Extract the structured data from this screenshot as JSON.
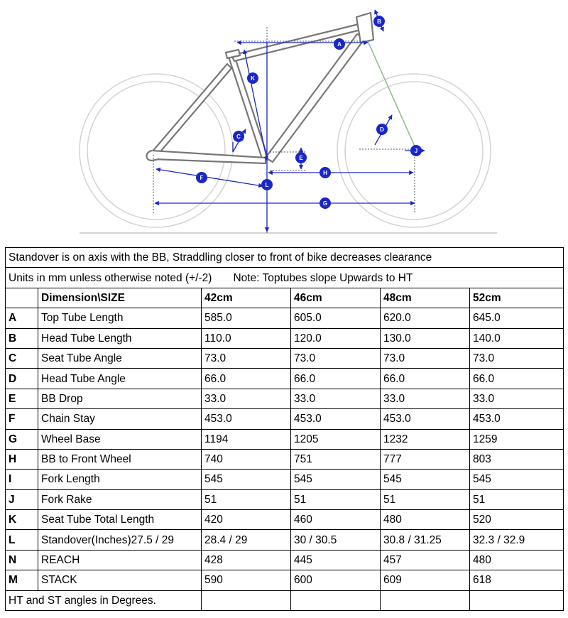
{
  "diagram": {
    "labels": [
      "A",
      "B",
      "C",
      "D",
      "E",
      "F",
      "G",
      "H",
      "J",
      "K",
      "L"
    ]
  },
  "table": {
    "note_line_1": "Standover is on axis with the BB, Straddling closer to front of bike decreases clearance",
    "note_line_2a": "Units in mm unless otherwise noted (+/-2)",
    "note_line_2b": "Note: Toptubes slope Upwards to HT",
    "header": {
      "dimension": "Dimension\\SIZE",
      "sizes": [
        "42cm",
        "46cm",
        "48cm",
        "52cm"
      ]
    },
    "rows": [
      {
        "key": "A",
        "name": "Top Tube Length",
        "values": [
          "585.0",
          "605.0",
          "620.0",
          "645.0"
        ]
      },
      {
        "key": "B",
        "name": "Head Tube Length",
        "values": [
          "110.0",
          "120.0",
          "130.0",
          "140.0"
        ]
      },
      {
        "key": "C",
        "name": "Seat Tube Angle",
        "values": [
          "73.0",
          "73.0",
          "73.0",
          "73.0"
        ]
      },
      {
        "key": "D",
        "name": "Head Tube Angle",
        "values": [
          "66.0",
          "66.0",
          "66.0",
          "66.0"
        ]
      },
      {
        "key": "E",
        "name": "BB Drop",
        "values": [
          "33.0",
          "33.0",
          "33.0",
          "33.0"
        ]
      },
      {
        "key": "F",
        "name": "Chain Stay",
        "values": [
          "453.0",
          "453.0",
          "453.0",
          "453.0"
        ]
      },
      {
        "key": "G",
        "name": "Wheel Base",
        "values": [
          "1194",
          "1205",
          "1232",
          "1259"
        ]
      },
      {
        "key": "H",
        "name": "BB to Front Wheel",
        "values": [
          "740",
          "751",
          "777",
          "803"
        ]
      },
      {
        "key": "I",
        "name": "Fork Length",
        "values": [
          "545",
          "545",
          "545",
          "545"
        ]
      },
      {
        "key": "J",
        "name": "Fork Rake",
        "values": [
          "51",
          "51",
          "51",
          "51"
        ]
      },
      {
        "key": "K",
        "name": "Seat Tube Total Length",
        "values": [
          "420",
          "460",
          "480",
          "520"
        ]
      },
      {
        "key": "L",
        "name": "Standover(Inches)27.5 / 29",
        "values": [
          "28.4 / 29",
          "30 / 30.5",
          "30.8 / 31.25",
          "32.3 / 32.9"
        ]
      },
      {
        "key": "N",
        "name": "REACH",
        "values": [
          "428",
          "445",
          "457",
          "480"
        ]
      },
      {
        "key": "M",
        "name": "STACK",
        "values": [
          "590",
          "600",
          "609",
          "618"
        ]
      }
    ],
    "footer": "HT and ST angles in Degrees."
  }
}
